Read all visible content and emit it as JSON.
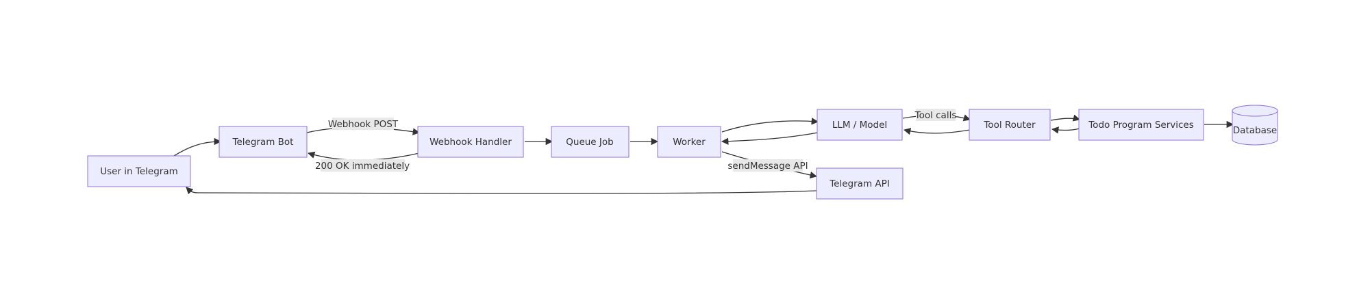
{
  "nodes": {
    "user": "User in Telegram",
    "bot": "Telegram Bot",
    "webhook_handler": "Webhook Handler",
    "queue_job": "Queue Job",
    "worker": "Worker",
    "llm": "LLM / Model",
    "tool_router": "Tool Router",
    "todo_services": "Todo Program Services",
    "database": "Database",
    "telegram_api": "Telegram API"
  },
  "edges": {
    "bot_to_handler": "Webhook POST",
    "handler_to_bot": "200 OK immediately",
    "llm_to_router": "Tool calls",
    "worker_to_api": "sendMessage API"
  }
}
